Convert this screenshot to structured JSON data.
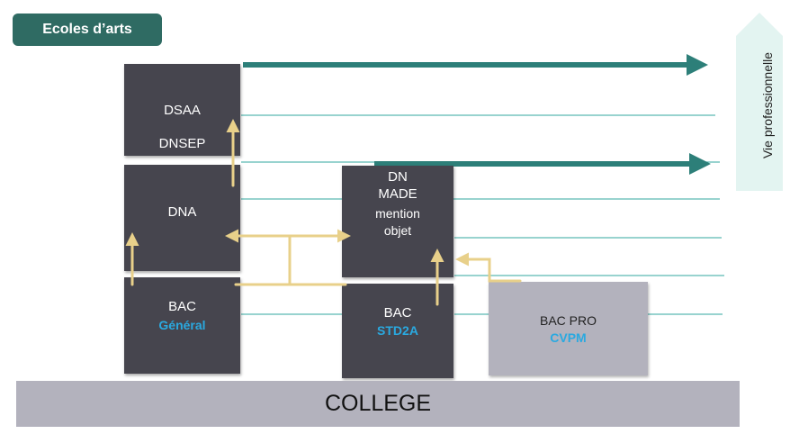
{
  "tag": {
    "label": "Ecoles d’arts"
  },
  "boxes": {
    "dsaa": {
      "line1": "DSAA",
      "line2": "DNSEP"
    },
    "dna": {
      "label": "DNA"
    },
    "bac_general": {
      "title": "BAC",
      "subtitle": "Général"
    },
    "dn_made": {
      "line1": "DN",
      "line2": "MADE",
      "line3": "mention",
      "line4": "objet"
    },
    "bac_std2a": {
      "title": "BAC",
      "subtitle": "STD2A"
    },
    "bac_pro": {
      "title": "BAC PRO",
      "subtitle": "CVPM"
    }
  },
  "college": {
    "label": "COLLEGE"
  },
  "vie_pro": {
    "label": "Vie professionnelle"
  },
  "colors": {
    "teal_arrow": "#2d7f79",
    "teal_line": "#5ab9b2",
    "yellow_arrow": "#e8d08a",
    "dark_box": "#46454e",
    "light_box": "#b3b2bd",
    "vie_bg": "#e3f4f1",
    "subtitle": "#2aa9e0"
  }
}
